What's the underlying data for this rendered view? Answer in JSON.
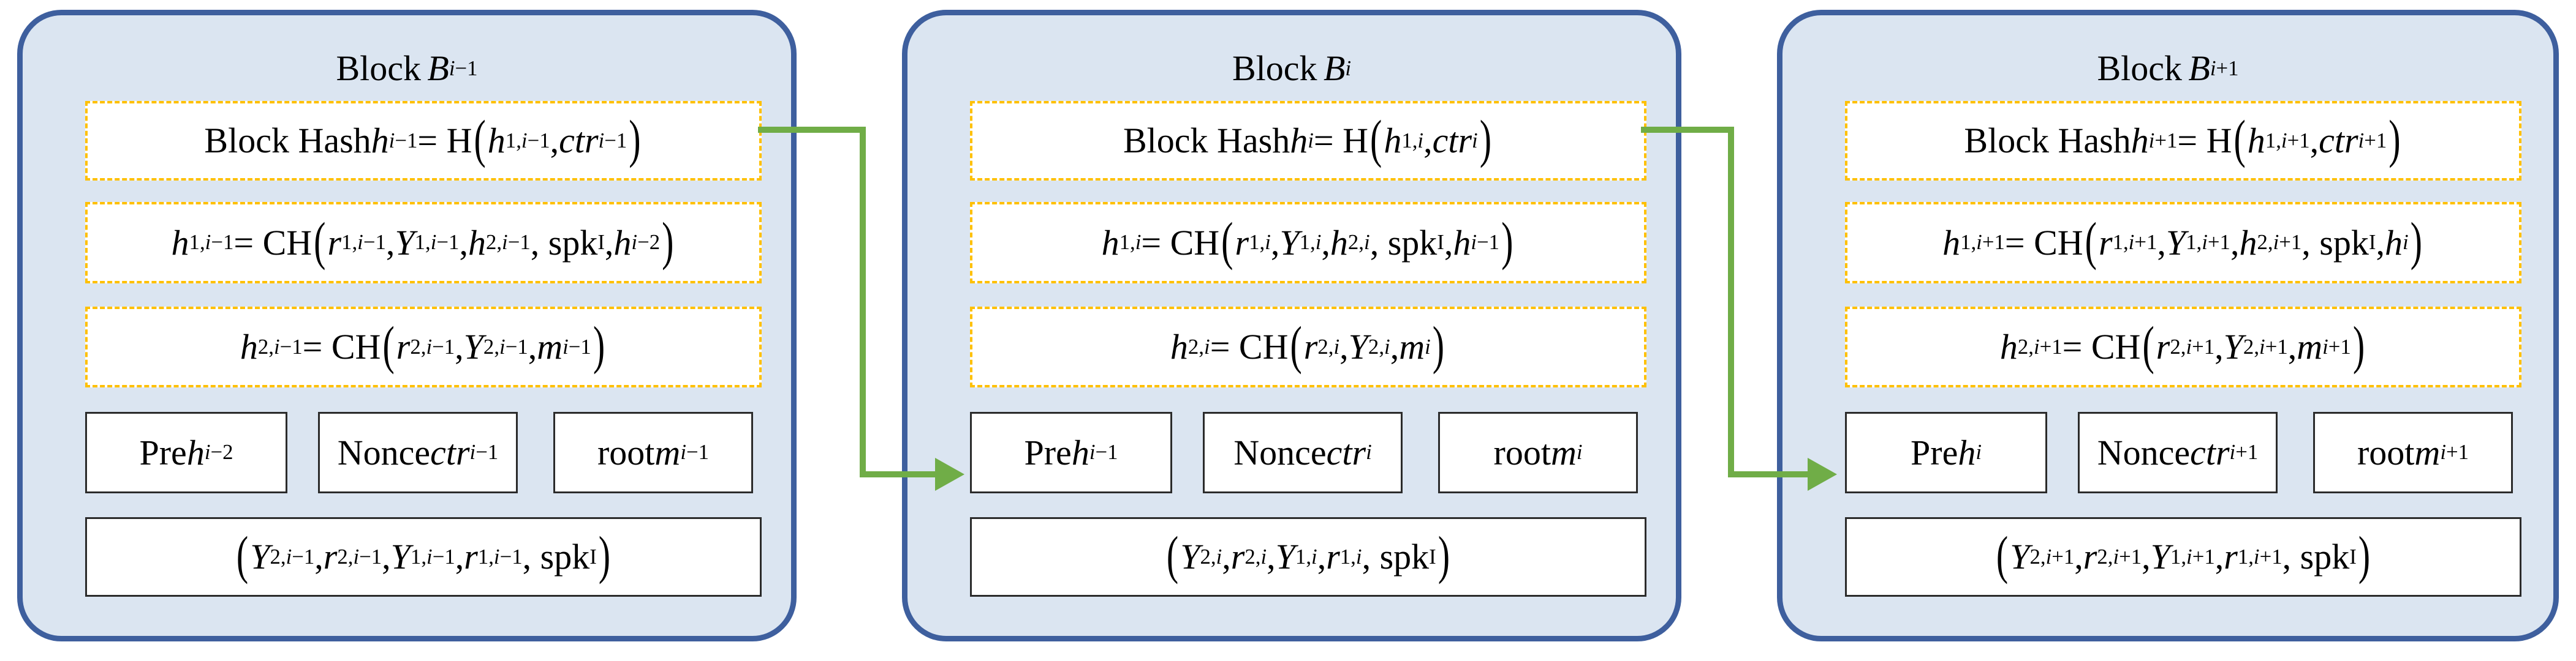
{
  "colors": {
    "block_fill": "#dbe5f1",
    "block_border": "#3e5f9e",
    "dashed_box_border": "#FFC000",
    "box_fill": "#ffffff",
    "solid_box_border": "#2b2b2b",
    "connector_green": "#70AD47",
    "text": "#000000"
  },
  "connectors": [
    {
      "name": "block-hash-to-next-pre-arrow-1",
      "from": "Block Hash h_(i-1) box of Block B_(i-1)",
      "to": "Pre h_(i-1) box of Block B_i",
      "shape": "right-down-right",
      "color": "#70AD47"
    },
    {
      "name": "block-hash-to-next-pre-arrow-2",
      "from": "Block Hash h_i box of Block B_i",
      "to": "Pre h_i box of Block B_(i+1)",
      "shape": "right-down-right",
      "color": "#70AD47"
    }
  ],
  "blocks": [
    {
      "id": "B_(i-1)",
      "title": [
        [
          "u",
          "Block "
        ],
        [
          "i",
          "B"
        ],
        [
          "si",
          "i"
        ],
        [
          "su",
          "−1"
        ]
      ],
      "hash": [
        [
          "u",
          "Block Hash "
        ],
        [
          "i",
          "h"
        ],
        [
          "si",
          "i"
        ],
        [
          "su",
          "−1"
        ],
        [
          "u",
          " = H"
        ],
        [
          "p",
          "("
        ],
        [
          "i",
          "h"
        ],
        [
          "su",
          "1,"
        ],
        [
          "si",
          "i"
        ],
        [
          "su",
          "−1"
        ],
        [
          "u",
          ", "
        ],
        [
          "i",
          "ctr"
        ],
        [
          "si",
          "i"
        ],
        [
          "su",
          "−1"
        ],
        [
          "p",
          ")"
        ]
      ],
      "h1": [
        [
          "i",
          "h"
        ],
        [
          "su",
          "1,"
        ],
        [
          "si",
          "i"
        ],
        [
          "su",
          "−1"
        ],
        [
          "u",
          " = CH"
        ],
        [
          "p",
          "("
        ],
        [
          "i",
          "r"
        ],
        [
          "su",
          "1,"
        ],
        [
          "si",
          "i"
        ],
        [
          "su",
          "−1"
        ],
        [
          "u",
          ", "
        ],
        [
          "i",
          "Y"
        ],
        [
          "su",
          "1,"
        ],
        [
          "si",
          "i"
        ],
        [
          "su",
          "−1"
        ],
        [
          "u",
          ", "
        ],
        [
          "i",
          "h"
        ],
        [
          "su",
          "2,"
        ],
        [
          "si",
          "i"
        ],
        [
          "su",
          "−1"
        ],
        [
          "u",
          ", spk"
        ],
        [
          "su",
          "I"
        ],
        [
          "u",
          ", "
        ],
        [
          "i",
          "h"
        ],
        [
          "si",
          "i"
        ],
        [
          "su",
          "−2"
        ],
        [
          "p",
          ")"
        ]
      ],
      "h2": [
        [
          "i",
          "h"
        ],
        [
          "su",
          "2,"
        ],
        [
          "si",
          "i"
        ],
        [
          "su",
          "−1"
        ],
        [
          "u",
          " = CH"
        ],
        [
          "p",
          "("
        ],
        [
          "i",
          "r"
        ],
        [
          "su",
          "2,"
        ],
        [
          "si",
          "i"
        ],
        [
          "su",
          "−1"
        ],
        [
          "u",
          ", "
        ],
        [
          "i",
          "Y"
        ],
        [
          "su",
          "2,"
        ],
        [
          "si",
          "i"
        ],
        [
          "su",
          "−1"
        ],
        [
          "u",
          ", "
        ],
        [
          "i",
          "m"
        ],
        [
          "si",
          "i"
        ],
        [
          "su",
          "−1"
        ],
        [
          "p",
          ")"
        ]
      ],
      "pre": [
        [
          "u",
          "Pre "
        ],
        [
          "i",
          "h"
        ],
        [
          "si",
          "i"
        ],
        [
          "su",
          "−2"
        ]
      ],
      "nonce": [
        [
          "u",
          "Nonce "
        ],
        [
          "i",
          "ctr"
        ],
        [
          "si",
          "i"
        ],
        [
          "su",
          "−1"
        ]
      ],
      "root": [
        [
          "u",
          "root "
        ],
        [
          "i",
          "m"
        ],
        [
          "si",
          "i"
        ],
        [
          "su",
          "−1"
        ]
      ],
      "tuple": [
        [
          "p",
          "("
        ],
        [
          "i",
          "Y"
        ],
        [
          "su",
          "2,"
        ],
        [
          "si",
          "i"
        ],
        [
          "su",
          "−1"
        ],
        [
          "u",
          ", "
        ],
        [
          "i",
          "r"
        ],
        [
          "su",
          "2,"
        ],
        [
          "si",
          "i"
        ],
        [
          "su",
          "−1"
        ],
        [
          "u",
          ", "
        ],
        [
          "i",
          "Y"
        ],
        [
          "su",
          "1,"
        ],
        [
          "si",
          "i"
        ],
        [
          "su",
          "−1"
        ],
        [
          "u",
          ", "
        ],
        [
          "i",
          "r"
        ],
        [
          "su",
          "1,"
        ],
        [
          "si",
          "i"
        ],
        [
          "su",
          "−1"
        ],
        [
          "u",
          ", spk"
        ],
        [
          "su",
          "I"
        ],
        [
          "p",
          ")"
        ]
      ]
    },
    {
      "id": "B_i",
      "title": [
        [
          "u",
          "Block "
        ],
        [
          "i",
          "B"
        ],
        [
          "si",
          "i"
        ]
      ],
      "hash": [
        [
          "u",
          "Block Hash "
        ],
        [
          "i",
          "h"
        ],
        [
          "si",
          "i"
        ],
        [
          "u",
          " = H"
        ],
        [
          "p",
          "("
        ],
        [
          "i",
          "h"
        ],
        [
          "su",
          "1,"
        ],
        [
          "si",
          "i"
        ],
        [
          "u",
          ", "
        ],
        [
          "i",
          "ctr"
        ],
        [
          "si",
          "i"
        ],
        [
          "p",
          ")"
        ]
      ],
      "h1": [
        [
          "i",
          "h"
        ],
        [
          "su",
          "1,"
        ],
        [
          "si",
          "i"
        ],
        [
          "u",
          " = CH"
        ],
        [
          "p",
          "("
        ],
        [
          "i",
          "r"
        ],
        [
          "su",
          "1,"
        ],
        [
          "si",
          "i"
        ],
        [
          "u",
          ", "
        ],
        [
          "i",
          "Y"
        ],
        [
          "su",
          "1,"
        ],
        [
          "si",
          "i"
        ],
        [
          "u",
          ", "
        ],
        [
          "i",
          "h"
        ],
        [
          "su",
          "2,"
        ],
        [
          "si",
          "i"
        ],
        [
          "u",
          ", spk"
        ],
        [
          "su",
          "I"
        ],
        [
          "u",
          ", "
        ],
        [
          "i",
          "h"
        ],
        [
          "si",
          "i"
        ],
        [
          "su",
          "−1"
        ],
        [
          "p",
          ")"
        ]
      ],
      "h2": [
        [
          "i",
          "h"
        ],
        [
          "su",
          "2,"
        ],
        [
          "si",
          "i"
        ],
        [
          "u",
          " = CH"
        ],
        [
          "p",
          "("
        ],
        [
          "i",
          "r"
        ],
        [
          "su",
          "2,"
        ],
        [
          "si",
          "i"
        ],
        [
          "u",
          ", "
        ],
        [
          "i",
          "Y"
        ],
        [
          "su",
          "2,"
        ],
        [
          "si",
          "i"
        ],
        [
          "u",
          ", "
        ],
        [
          "i",
          "m"
        ],
        [
          "si",
          "i"
        ],
        [
          "p",
          ")"
        ]
      ],
      "pre": [
        [
          "u",
          "Pre "
        ],
        [
          "i",
          "h"
        ],
        [
          "si",
          "i"
        ],
        [
          "su",
          "−1"
        ]
      ],
      "nonce": [
        [
          "u",
          "Nonce "
        ],
        [
          "i",
          "ctr"
        ],
        [
          "si",
          "i"
        ]
      ],
      "root": [
        [
          "u",
          "root "
        ],
        [
          "i",
          "m"
        ],
        [
          "si",
          "i"
        ]
      ],
      "tuple": [
        [
          "p",
          "("
        ],
        [
          "i",
          "Y"
        ],
        [
          "su",
          "2,"
        ],
        [
          "si",
          "i"
        ],
        [
          "u",
          ", "
        ],
        [
          "i",
          "r"
        ],
        [
          "su",
          "2,"
        ],
        [
          "si",
          "i"
        ],
        [
          "u",
          ", "
        ],
        [
          "i",
          "Y"
        ],
        [
          "su",
          "1,"
        ],
        [
          "si",
          "i"
        ],
        [
          "u",
          ", "
        ],
        [
          "i",
          "r"
        ],
        [
          "su",
          "1,"
        ],
        [
          "si",
          "i"
        ],
        [
          "u",
          ", spk"
        ],
        [
          "su",
          "I"
        ],
        [
          "p",
          ")"
        ]
      ]
    },
    {
      "id": "B_(i+1)",
      "title": [
        [
          "u",
          "Block "
        ],
        [
          "i",
          "B"
        ],
        [
          "si",
          "i"
        ],
        [
          "su",
          "+1"
        ]
      ],
      "hash": [
        [
          "u",
          "Block Hash "
        ],
        [
          "i",
          "h"
        ],
        [
          "si",
          "i"
        ],
        [
          "su",
          "+1"
        ],
        [
          "u",
          " = H"
        ],
        [
          "p",
          "("
        ],
        [
          "i",
          "h"
        ],
        [
          "su",
          "1,"
        ],
        [
          "si",
          "i"
        ],
        [
          "su",
          "+1"
        ],
        [
          "u",
          ", "
        ],
        [
          "i",
          "ctr"
        ],
        [
          "si",
          "i"
        ],
        [
          "su",
          "+1"
        ],
        [
          "p",
          ")"
        ]
      ],
      "h1": [
        [
          "i",
          "h"
        ],
        [
          "su",
          "1,"
        ],
        [
          "si",
          "i"
        ],
        [
          "su",
          "+1"
        ],
        [
          "u",
          " = CH"
        ],
        [
          "p",
          "("
        ],
        [
          "i",
          "r"
        ],
        [
          "su",
          "1,"
        ],
        [
          "si",
          "i"
        ],
        [
          "su",
          "+1"
        ],
        [
          "u",
          ", "
        ],
        [
          "i",
          "Y"
        ],
        [
          "su",
          "1,"
        ],
        [
          "si",
          "i"
        ],
        [
          "su",
          "+1"
        ],
        [
          "u",
          ", "
        ],
        [
          "i",
          "h"
        ],
        [
          "su",
          "2,"
        ],
        [
          "si",
          "i"
        ],
        [
          "su",
          "+1"
        ],
        [
          "u",
          ", spk"
        ],
        [
          "su",
          "I"
        ],
        [
          "u",
          ", "
        ],
        [
          "i",
          "h"
        ],
        [
          "si",
          "i"
        ],
        [
          "p",
          ")"
        ]
      ],
      "h2": [
        [
          "i",
          "h"
        ],
        [
          "su",
          "2,"
        ],
        [
          "si",
          "i"
        ],
        [
          "su",
          "+1"
        ],
        [
          "u",
          " = CH"
        ],
        [
          "p",
          "("
        ],
        [
          "i",
          "r"
        ],
        [
          "su",
          "2,"
        ],
        [
          "si",
          "i"
        ],
        [
          "su",
          "+1"
        ],
        [
          "u",
          ", "
        ],
        [
          "i",
          "Y"
        ],
        [
          "su",
          "2,"
        ],
        [
          "si",
          "i"
        ],
        [
          "su",
          "+1"
        ],
        [
          "u",
          ", "
        ],
        [
          "i",
          "m"
        ],
        [
          "si",
          "i"
        ],
        [
          "su",
          "+1"
        ],
        [
          "p",
          ")"
        ]
      ],
      "pre": [
        [
          "u",
          "Pre "
        ],
        [
          "i",
          "h"
        ],
        [
          "si",
          "i"
        ]
      ],
      "nonce": [
        [
          "u",
          "Nonce "
        ],
        [
          "i",
          "ctr"
        ],
        [
          "si",
          "i"
        ],
        [
          "su",
          "+1"
        ]
      ],
      "root": [
        [
          "u",
          "root "
        ],
        [
          "i",
          "m"
        ],
        [
          "si",
          "i"
        ],
        [
          "su",
          "+1"
        ]
      ],
      "tuple": [
        [
          "p",
          "("
        ],
        [
          "i",
          "Y"
        ],
        [
          "su",
          "2,"
        ],
        [
          "si",
          "i"
        ],
        [
          "su",
          "+1"
        ],
        [
          "u",
          ", "
        ],
        [
          "i",
          "r"
        ],
        [
          "su",
          "2,"
        ],
        [
          "si",
          "i"
        ],
        [
          "su",
          "+1"
        ],
        [
          "u",
          ", "
        ],
        [
          "i",
          "Y"
        ],
        [
          "su",
          "1,"
        ],
        [
          "si",
          "i"
        ],
        [
          "su",
          "+1"
        ],
        [
          "u",
          ", "
        ],
        [
          "i",
          "r"
        ],
        [
          "su",
          "1,"
        ],
        [
          "si",
          "i"
        ],
        [
          "su",
          "+1"
        ],
        [
          "u",
          ", spk"
        ],
        [
          "su",
          "I"
        ],
        [
          "p",
          ")"
        ]
      ]
    }
  ]
}
